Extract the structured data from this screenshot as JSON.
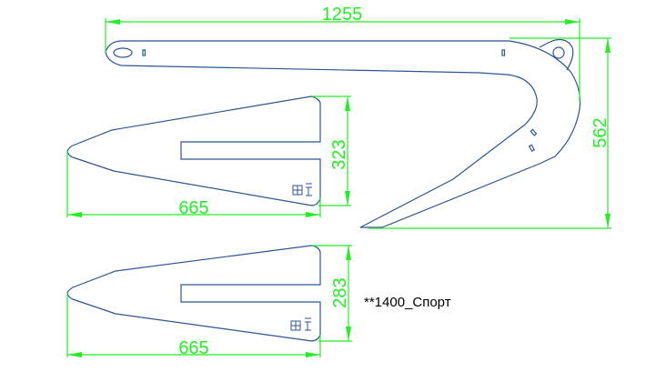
{
  "drawing": {
    "dimensions": {
      "shank_length": "1255",
      "shank_height": "562",
      "blade1_length": "665",
      "blade1_width": "323",
      "blade2_length": "665",
      "blade2_width": "283"
    },
    "note": "**1400_Спорт",
    "colors": {
      "outline": "#2b5595",
      "dimension": "#22f022"
    }
  }
}
